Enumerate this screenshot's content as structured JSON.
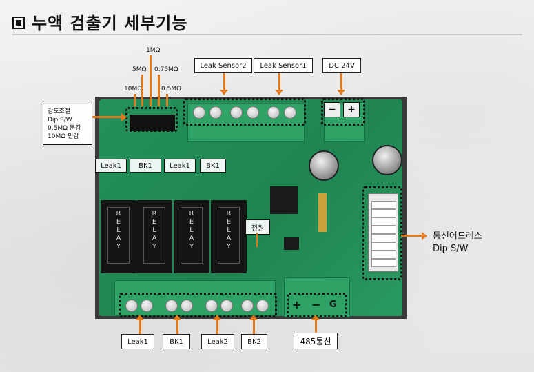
{
  "title": "누액 검출기 세부기능",
  "resistor_labels": {
    "r10m": "10MΩ",
    "r5m": "5MΩ",
    "r1m": "1MΩ",
    "r075m": "0.75MΩ",
    "r05m": "0.5MΩ"
  },
  "sensor_labels": {
    "sensor2": "Leak Sensor2",
    "sensor1": "Leak Sensor1",
    "dc": "DC 24V"
  },
  "sensitivity_note": {
    "line1": "감도조절",
    "line2": "Dip S/W",
    "line3": "0.5MΩ 둔감",
    "line4": "10MΩ 민감"
  },
  "board_tags": {
    "leak1a": "Leak1",
    "bk1a": "BK1",
    "leak1b": "Leak1",
    "bk1b": "BK1",
    "power": "전원"
  },
  "relay_text": "RELAY",
  "address_note": {
    "line1": "통신어드레스",
    "line2": "Dip S/W"
  },
  "bottom_labels": {
    "leak1": "Leak1",
    "bk1": "BK1",
    "leak2": "Leak2",
    "bk2": "BK2",
    "rs485": "485통신"
  },
  "terminal_symbols": {
    "minus": "−",
    "plus": "+",
    "g": "G"
  },
  "colors": {
    "arrow": "#e07a1f",
    "pcb": "#1f8450"
  }
}
